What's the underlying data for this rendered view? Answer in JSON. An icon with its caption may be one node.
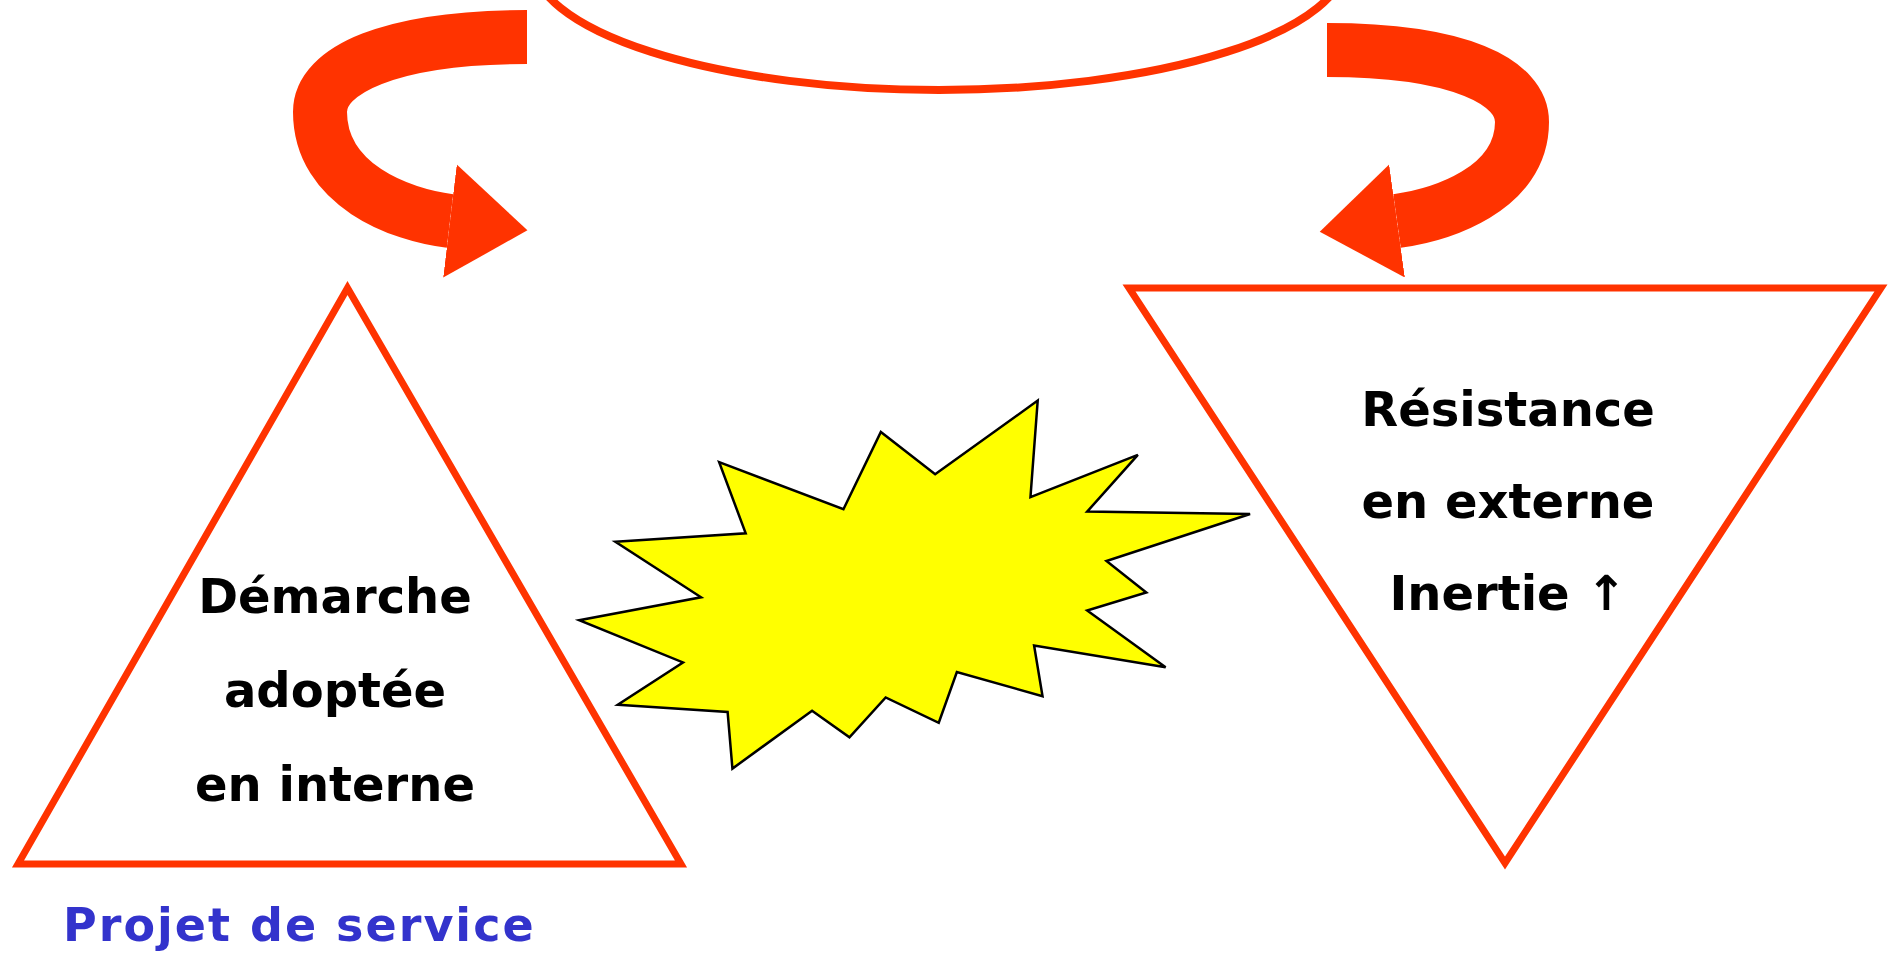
{
  "diagram": {
    "nodes": [
      {
        "text": [],
        "shape": "ellipse"
      },
      {
        "text": [
          "Démarche adoptée en interne"
        ],
        "beside": [
          "Projet de service"
        ]
      },
      {
        "text": [],
        "shape": "starburst"
      },
      {
        "text": [
          "Résistance en externe Inertie ↑"
        ]
      }
    ],
    "edges": [
      {
        "from": 0,
        "to": 1,
        "arrow": "to"
      },
      {
        "from": 0,
        "to": 3,
        "arrow": "to"
      }
    ]
  }
}
